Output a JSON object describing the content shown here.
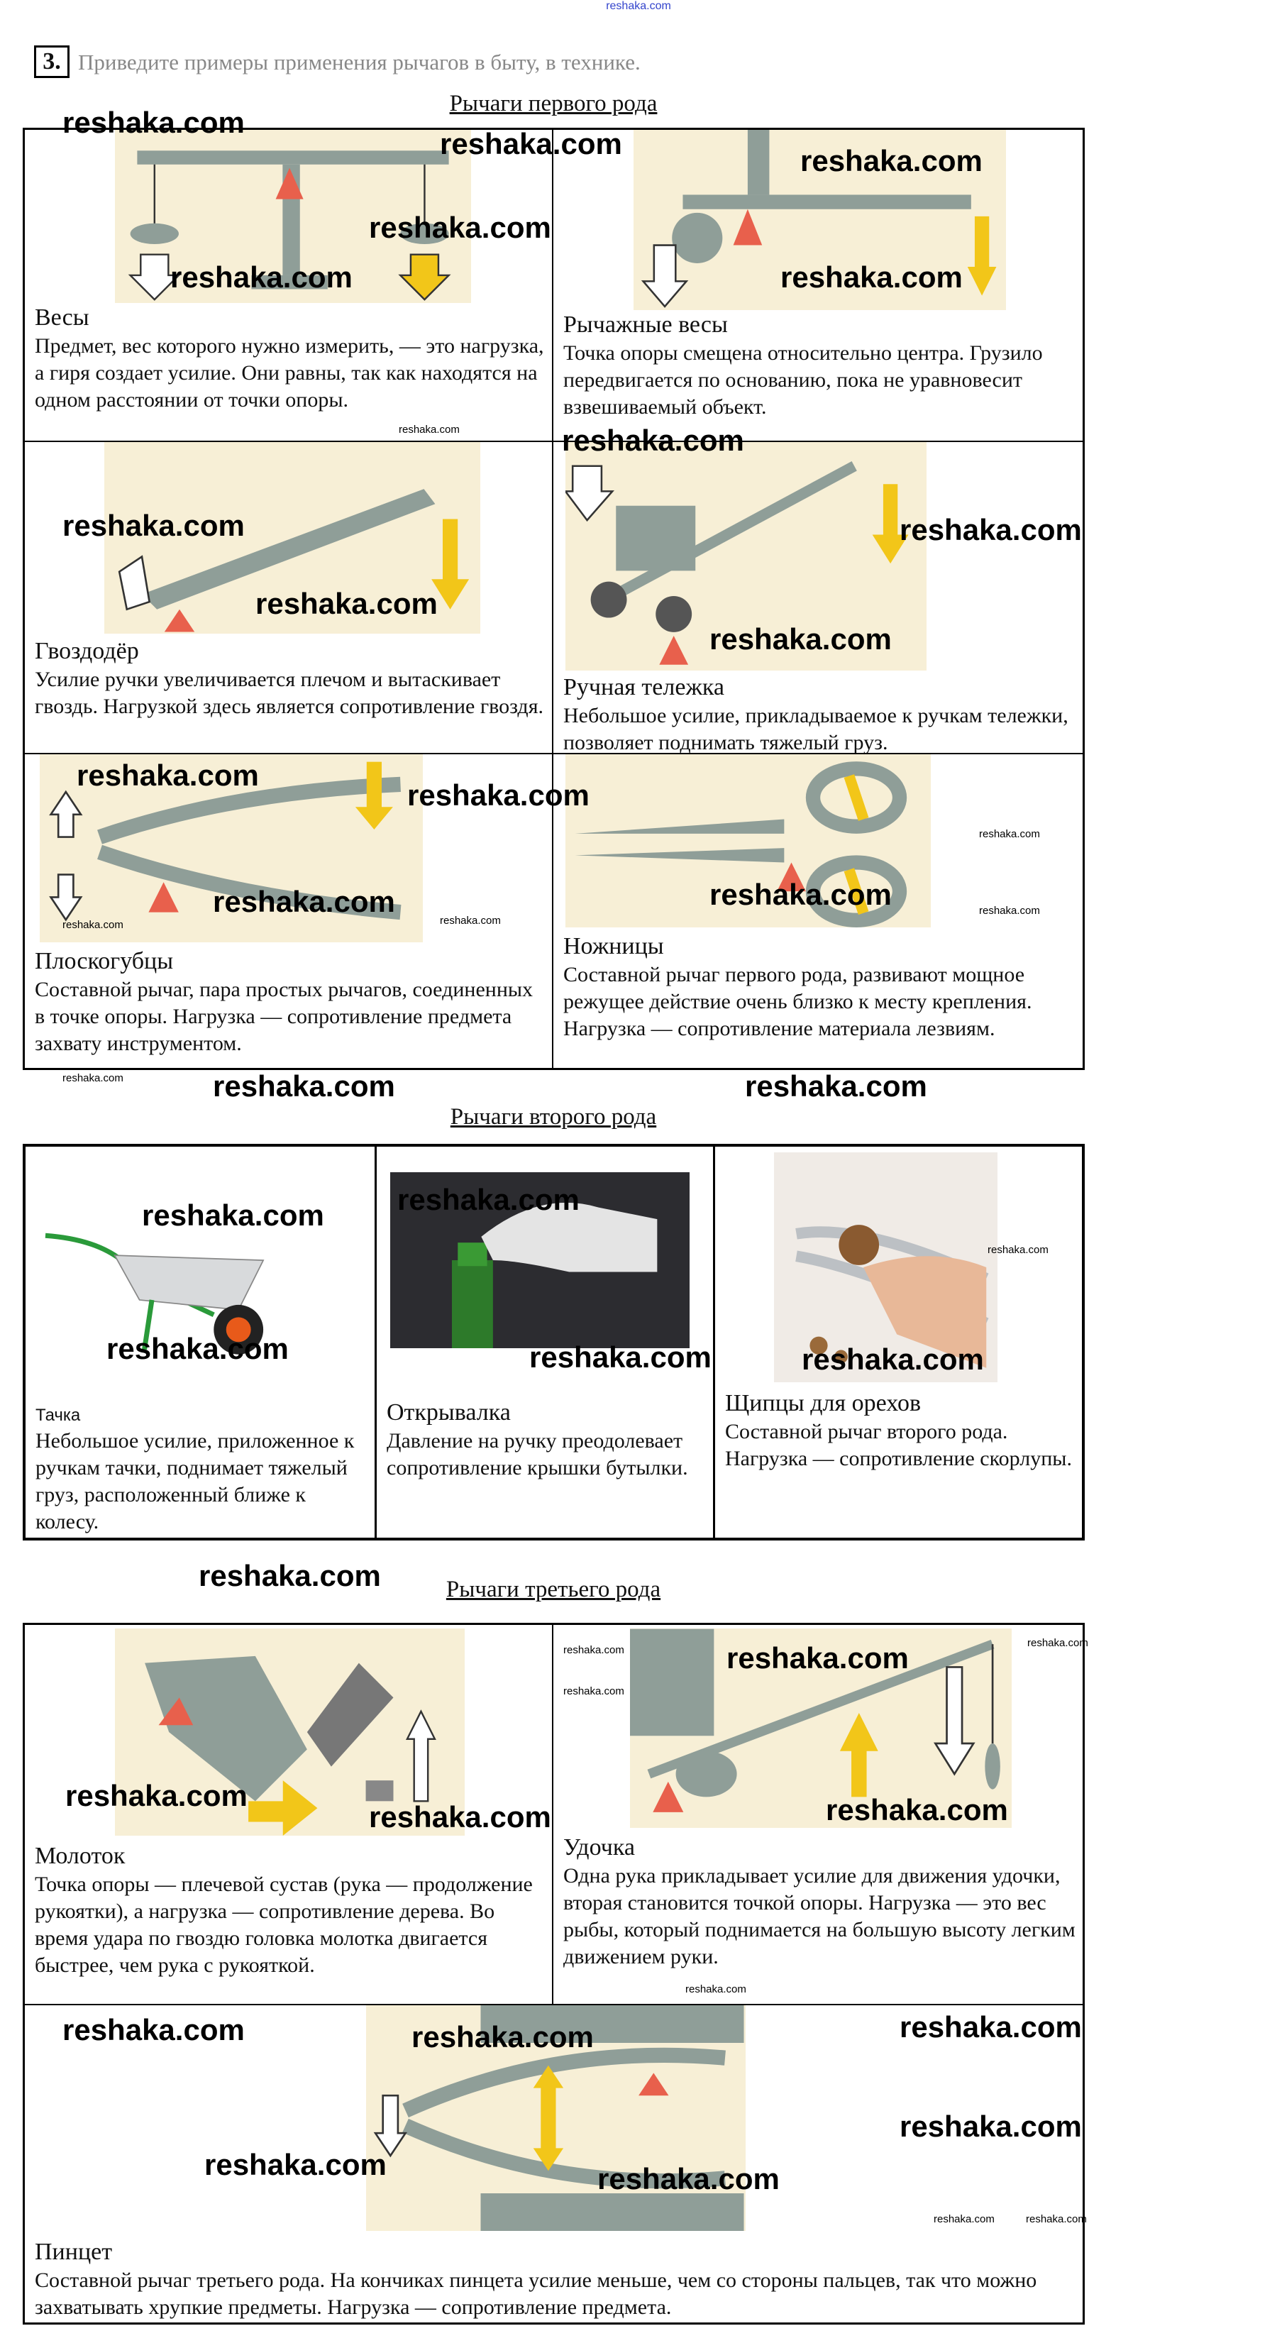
{
  "top_link": "reshaka.com",
  "question": {
    "number": "3.",
    "text": "Приведите примеры применения рычагов в быту, в технике."
  },
  "sections": [
    {
      "title": "Рычаги первого рода",
      "items": [
        {
          "title": "Весы",
          "text": "Предмет, вес которого нужно измерить, — это нагрузка, а гиря создает усилие. Они равны, так как находятся на одном расстоянии от точки опоры."
        },
        {
          "title": "Рычажные весы",
          "text": "Точка опоры смещена относительно центра. Грузило передвигается по основанию, пока не уравновесит взвешиваемый объект."
        },
        {
          "title": "Гвоздодёр",
          "text": "Усилие ручки увеличивается плечом и вытаскивает гвоздь. Нагрузкой здесь является сопротивление гвоздя."
        },
        {
          "title": "Ручная тележка",
          "text": "Небольшое усилие, прикладываемое к ручкам тележки, позволяет поднимать тяжелый груз."
        },
        {
          "title": "Плоскогубцы",
          "text": "Составной рычаг, пара простых рычагов, соединенных в точке опоры. Нагрузка — сопротивление предмета захвату инструментом."
        },
        {
          "title": "Ножницы",
          "text": "Составной рычаг первого рода,  развивают мощное режущее действие очень близко к месту крепления. Нагрузка — сопротивление материала лезвиям."
        }
      ]
    },
    {
      "title": "Рычаги второго рода",
      "items": [
        {
          "title": "Тачка",
          "text": "Небольшое усилие, приложенное к ручкам тачки, поднимает тяжелый груз, расположенный ближе к колесу."
        },
        {
          "title": "Открывалка",
          "text": "Давление на ручку преодолевает сопротивление крышки бутылки."
        },
        {
          "title": "Щипцы для орехов",
          "text": "Составной рычаг второго рода. Нагрузка — сопротивление скорлупы."
        }
      ]
    },
    {
      "title": "Рычаги третьего рода",
      "items": [
        {
          "title": "Молоток",
          "text": "Точка опоры — плечевой сустав (рука — продолжение рукоятки), а нагрузка — сопротивление дерева. Во время удара по гвоздю головка молотка двигается быстрее, чем рука с рукояткой."
        },
        {
          "title": "Удочка",
          "text": "Одна рука прикладывает усилие для движения удочки, вторая становится точкой опоры. Нагрузка — это вес рыбы, который поднимается на большую высоту легким движением руки."
        },
        {
          "title": "Пинцет",
          "text": "Составной рычаг третьего рода. На кончиках пинцета усилие меньше, чем со стороны пальцев, так что можно захватывать хрупкие предметы. Нагрузка — сопротивление предмета."
        }
      ]
    }
  ],
  "watermark": "reshaka.com",
  "colors": {
    "fulcrum": "#e8604c",
    "effort": "#f2c619",
    "lever": "#8f9e98",
    "paper": "#f7efd6"
  }
}
